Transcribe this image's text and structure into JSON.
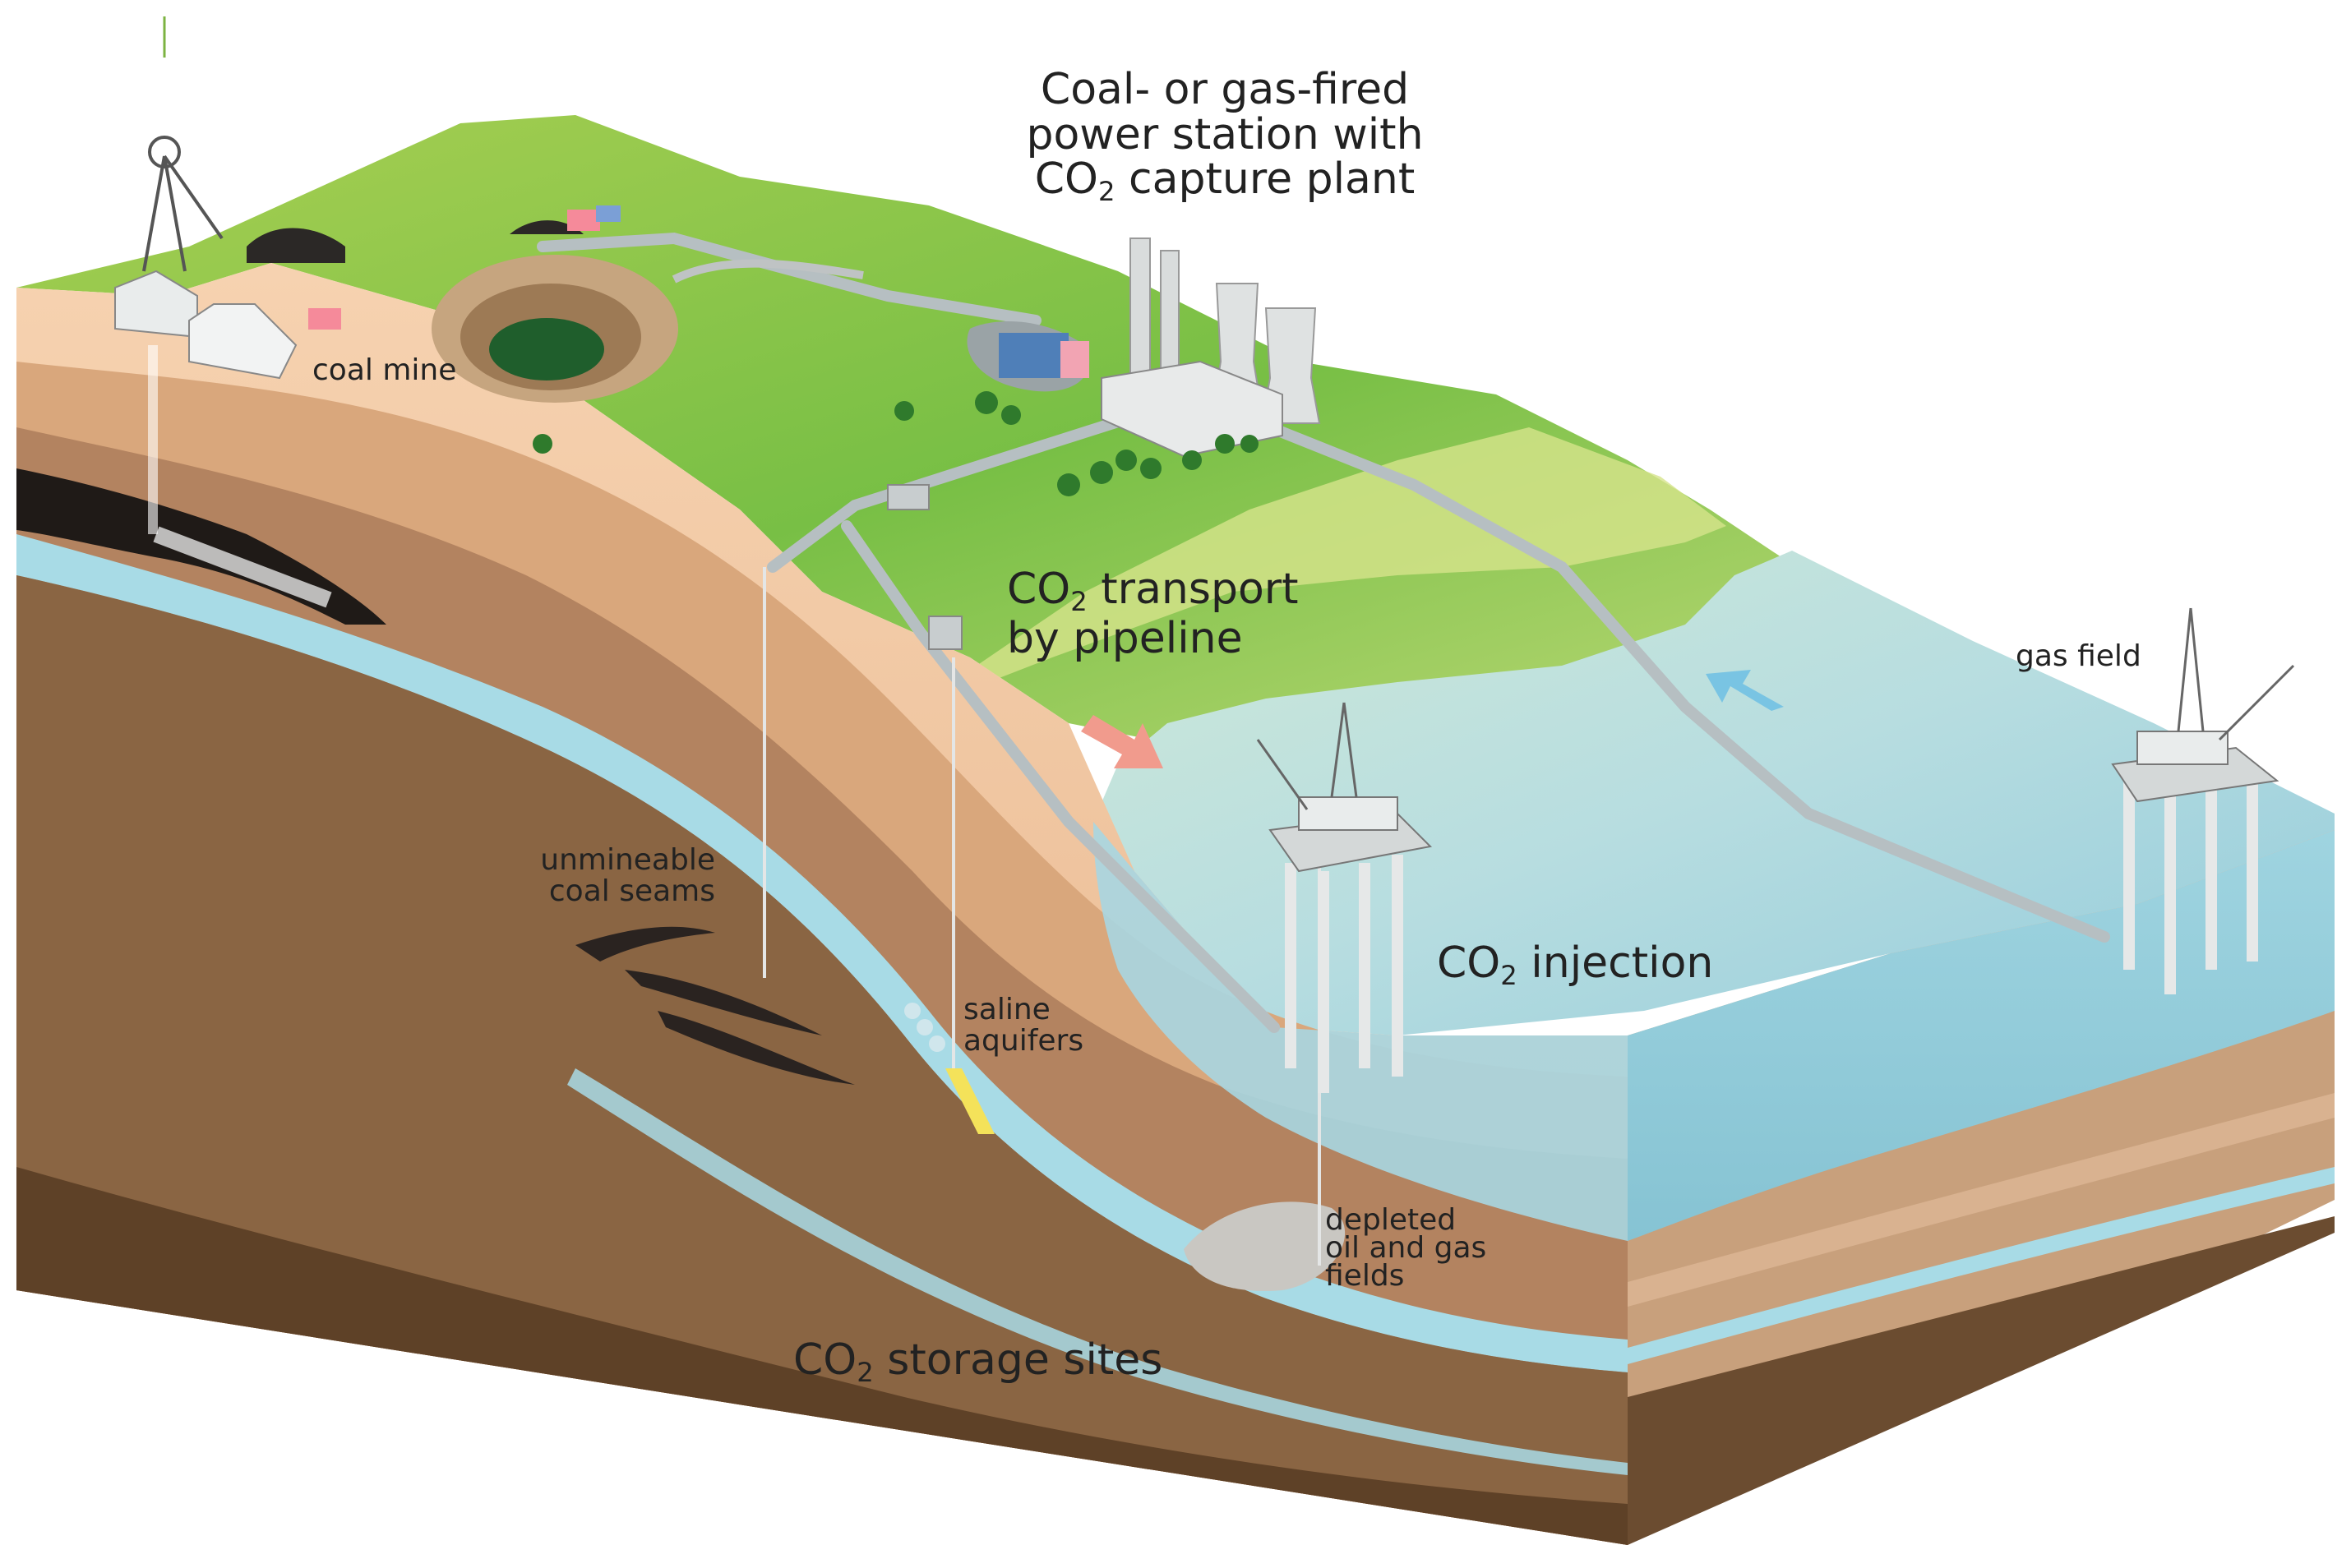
{
  "labels": {
    "power_station": {
      "line1": "Coal- or gas-fired",
      "line2": "power station with",
      "line3_pre": "CO",
      "line3_sub": "2",
      "line3_post": " capture plant"
    },
    "coal_mine": "coal mine",
    "transport": {
      "line1_pre": "CO",
      "line1_sub": "2",
      "line1_post": " transport",
      "line2": "by pipeline"
    },
    "gas_field": "gas field",
    "coal_seams": {
      "line1": "unmineable",
      "line2": "coal seams"
    },
    "saline": {
      "line1": "saline",
      "line2": "aquifers"
    },
    "injection": {
      "pre": "CO",
      "sub": "2",
      "post": " injection"
    },
    "depleted": {
      "line1": "depleted",
      "line2": "oil and gas",
      "line3": "fields"
    },
    "storage": {
      "pre": "CO",
      "sub": "2",
      "post": " storage sites"
    }
  },
  "colors": {
    "grass_light": "#c9de6a",
    "grass": "#7cc04a",
    "soil_top": "#f2c9a4",
    "soil_mid": "#d9a277",
    "soil_brown": "#8b6645",
    "soil_dark": "#5e4127",
    "aquifer": "#a8dbe6",
    "sea": "#a7d8e3",
    "sea_deep": "#8cc9d8",
    "pipeline": "#b6bfc2",
    "arrow_pink": "#f19b8d",
    "arrow_blue": "#79c4e3"
  }
}
